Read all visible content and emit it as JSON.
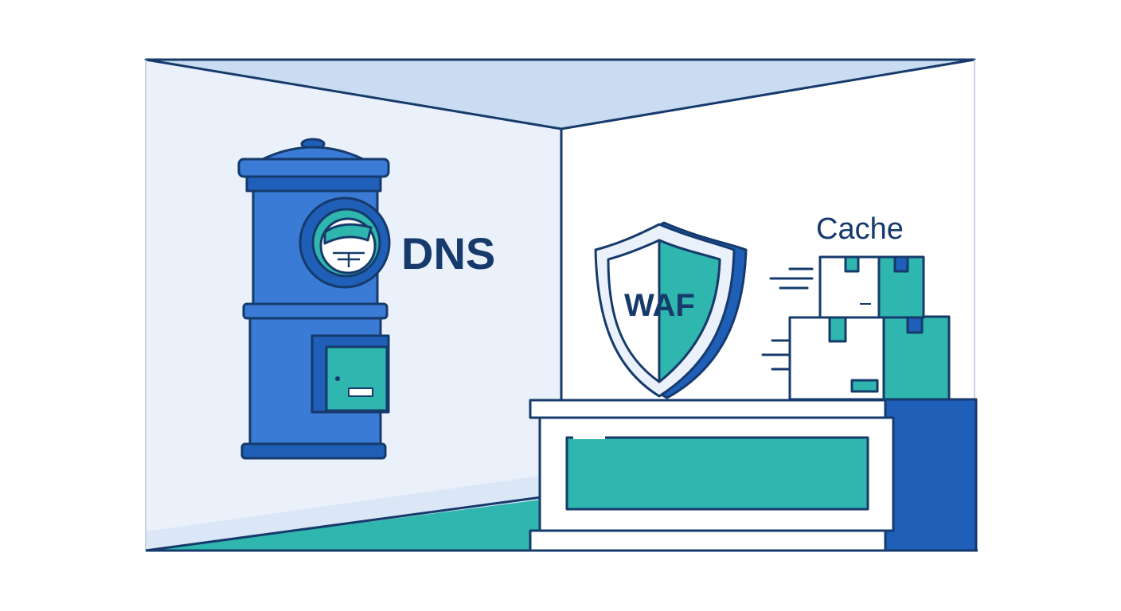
{
  "labels": {
    "dns": "DNS",
    "waf": "WAF",
    "cache": "Cache"
  },
  "colors": {
    "outline": "#163a6b",
    "blue": "#3a7bd5",
    "blue_dark": "#1f5fb8",
    "teal": "#2fb6ae",
    "wall_left": "#eaf1fb",
    "wall_right": "#ffffff",
    "ceiling": "#c9dcf2",
    "floor": "#2fb6ae"
  },
  "icons": [
    "post-box-icon",
    "shield-icon",
    "cardboard-box-icon",
    "speed-lines-icon",
    "desk-icon"
  ]
}
